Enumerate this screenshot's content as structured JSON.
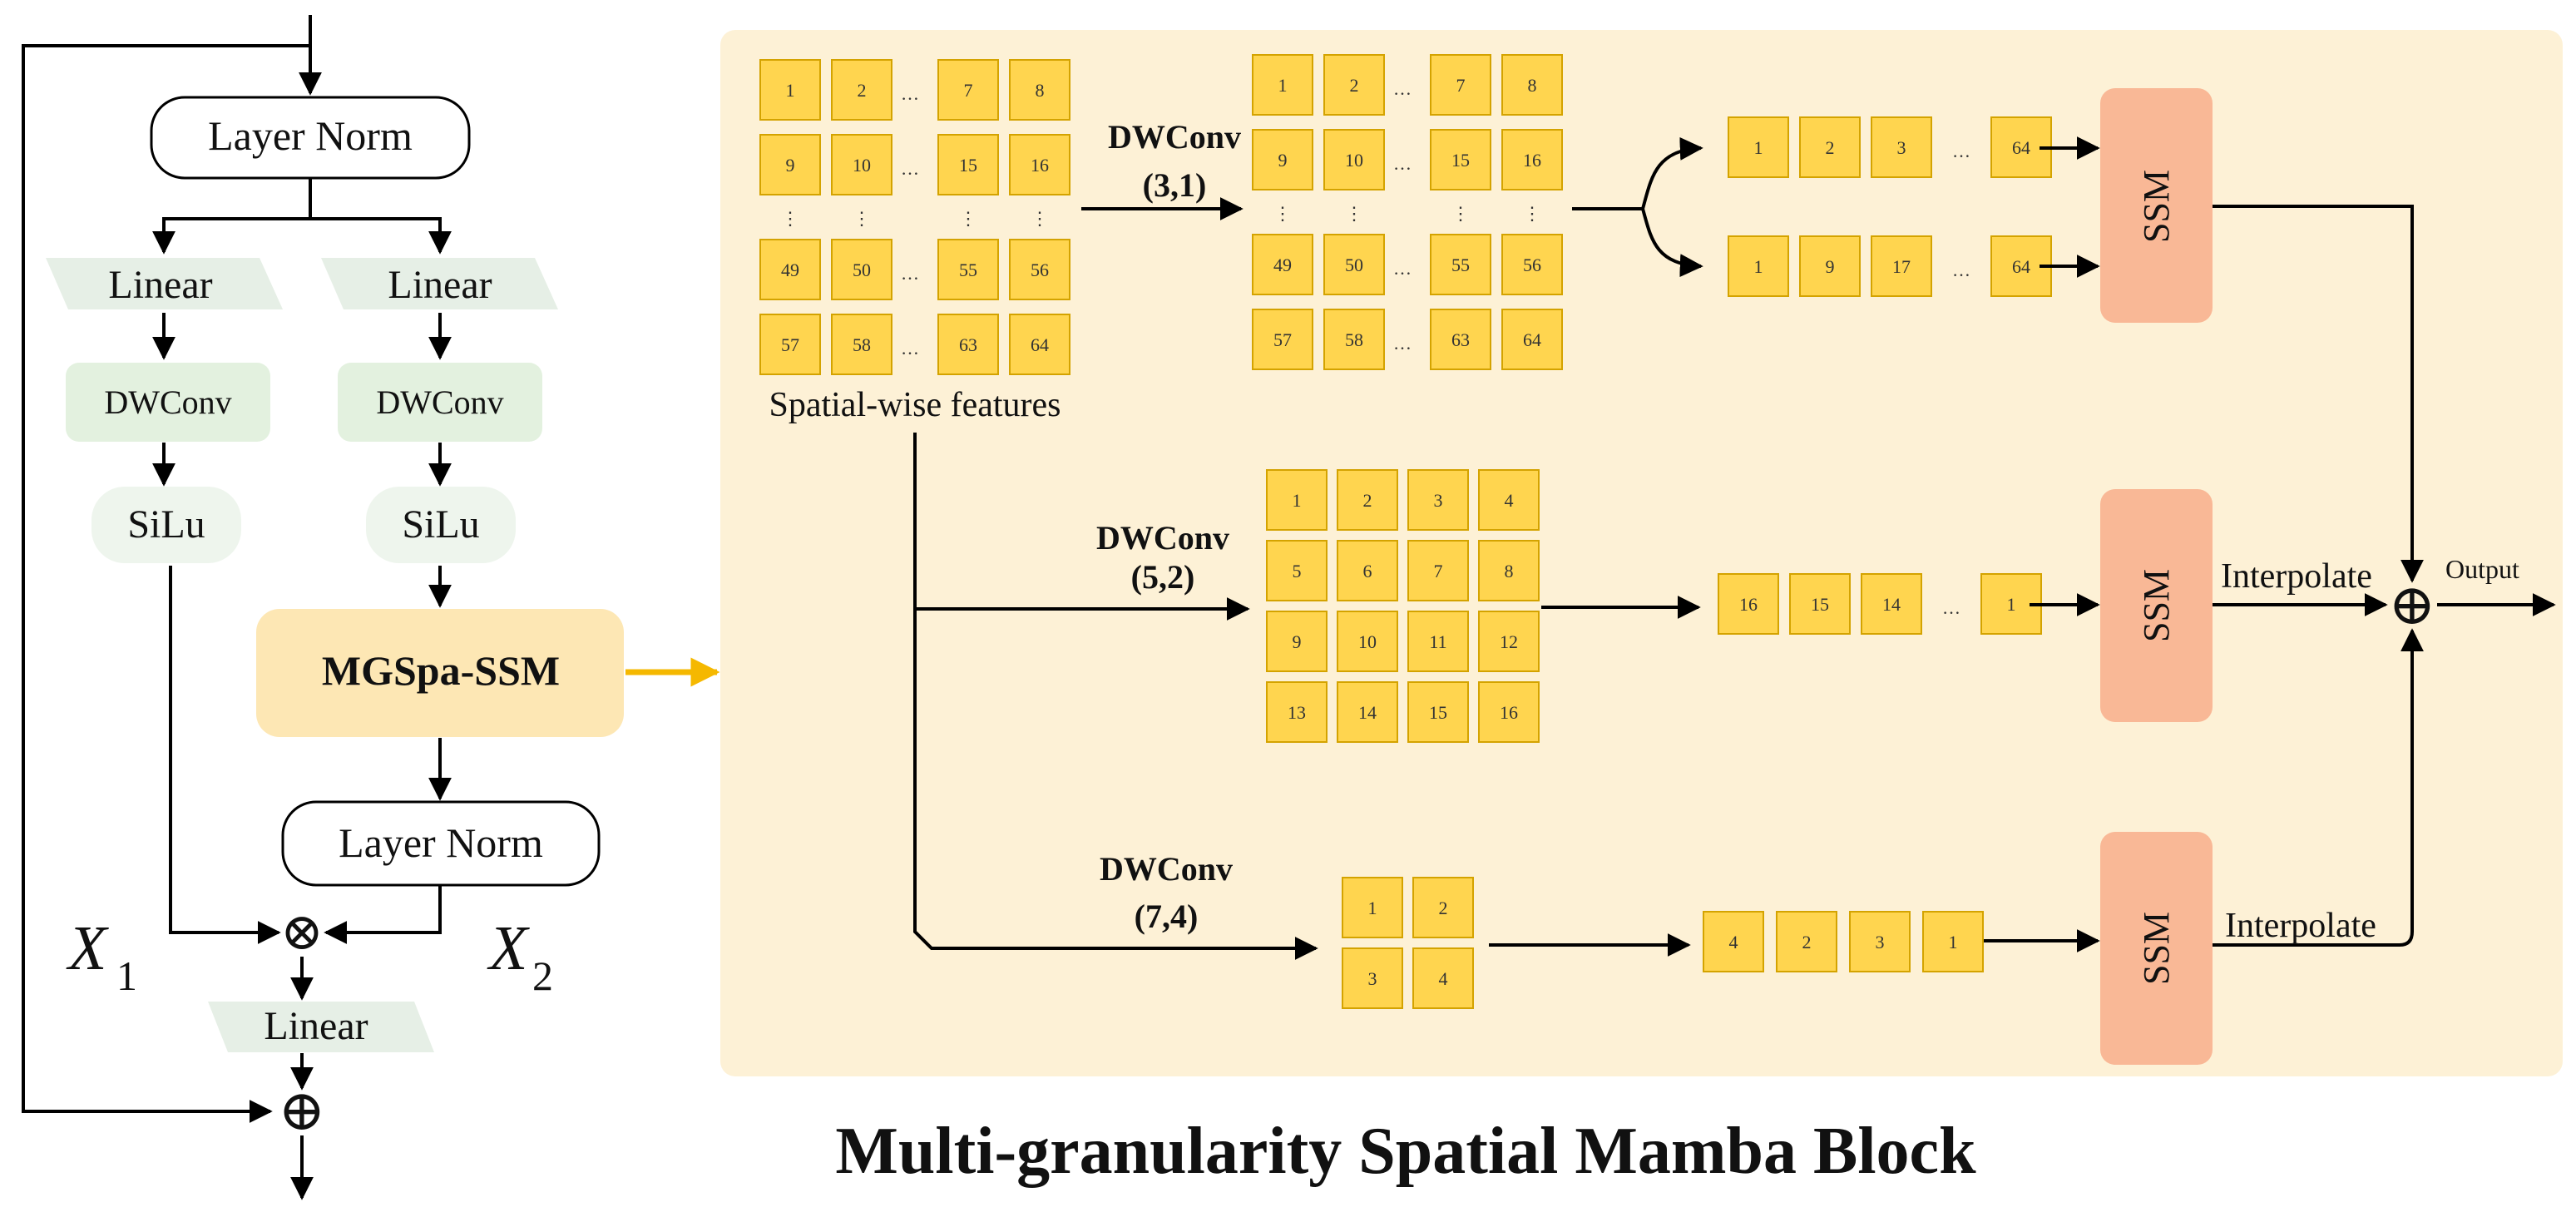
{
  "title": "Multi-granularity Spatial Mamba Block",
  "colors": {
    "panel_bg": "#fdf1d6",
    "cell_fill": "#ffd54f",
    "cell_stroke": "#d4a300",
    "dwconv_box": "#e3f1df",
    "silu_box": "#eef5ed",
    "linear_box": "#e6efe6",
    "mgspa_box": "#fde7b4",
    "ssm_box": "#f9b896",
    "arrow_highlight": "#f5b800",
    "line": "#000000"
  },
  "left": {
    "layer_norm_top": "Layer Norm",
    "linear_left": "Linear",
    "linear_right": "Linear",
    "dwconv_left": "DWConv",
    "dwconv_right": "DWConv",
    "silu_left": "SiLu",
    "silu_right": "SiLu",
    "mgspa": "MGSpa-SSM",
    "layer_norm_bottom": "Layer Norm",
    "multiply_icon": "⊗",
    "x1": "X",
    "x1_sub": "1",
    "x2": "X",
    "x2_sub": "2",
    "linear_bottom": "Linear",
    "add_icon": "⊕"
  },
  "right": {
    "spatial_grid": {
      "rows": [
        [
          "1",
          "2",
          "…",
          "7",
          "8"
        ],
        [
          "9",
          "10",
          "…",
          "15",
          "16"
        ],
        [
          "⋮",
          "⋮",
          "",
          "⋮",
          "⋮"
        ],
        [
          "49",
          "50",
          "…",
          "55",
          "56"
        ],
        [
          "57",
          "58",
          "…",
          "63",
          "64"
        ]
      ],
      "label": "Spatial-wise features"
    },
    "top_branch": {
      "conv_name": "DWConv",
      "conv_params": "(3,1)",
      "grid_rows": [
        [
          "1",
          "2",
          "…",
          "7",
          "8"
        ],
        [
          "9",
          "10",
          "…",
          "15",
          "16"
        ],
        [
          "⋮",
          "⋮",
          "",
          "⋮",
          "⋮"
        ],
        [
          "49",
          "50",
          "…",
          "55",
          "56"
        ],
        [
          "57",
          "58",
          "…",
          "63",
          "64"
        ]
      ],
      "seq_a": [
        "1",
        "2",
        "3",
        "…",
        "64"
      ],
      "seq_b": [
        "1",
        "9",
        "17",
        "…",
        "64"
      ],
      "ssm": "SSM"
    },
    "mid_branch": {
      "conv_name": "DWConv",
      "conv_params": "(5,2)",
      "grid_rows": [
        [
          "1",
          "2",
          "3",
          "4"
        ],
        [
          "5",
          "6",
          "7",
          "8"
        ],
        [
          "9",
          "10",
          "11",
          "12"
        ],
        [
          "13",
          "14",
          "15",
          "16"
        ]
      ],
      "seq": [
        "16",
        "15",
        "14",
        "…",
        "1"
      ],
      "ssm": "SSM",
      "interp": "Interpolate"
    },
    "bottom_branch": {
      "conv_name": "DWConv",
      "conv_params": "(7,4)",
      "grid_rows": [
        [
          "1",
          "2"
        ],
        [
          "3",
          "4"
        ]
      ],
      "seq": [
        "4",
        "2",
        "3",
        "1"
      ],
      "ssm": "SSM",
      "interp": "Interpolate"
    },
    "add_icon": "⊕",
    "output": "Output"
  }
}
